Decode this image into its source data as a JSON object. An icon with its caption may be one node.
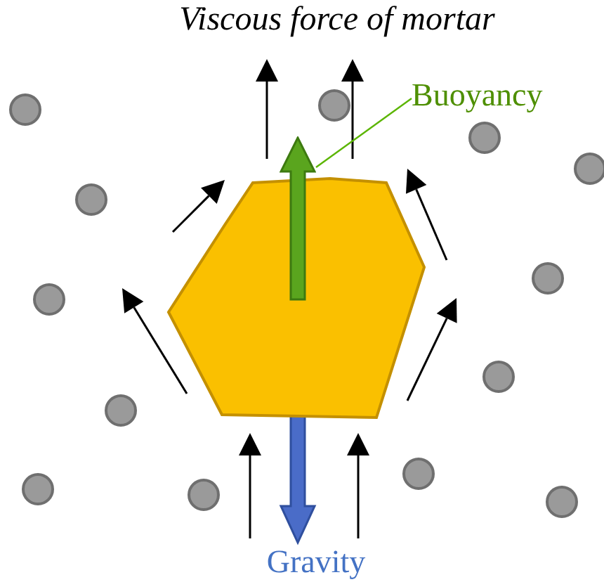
{
  "diagram": {
    "nodes": [
      {
        "text": [],
        "shape": "hexagon"
      },
      {
        "text": [
          "Buoyancy"
        ]
      },
      {
        "text": [],
        "shape": "bar"
      }
    ],
    "edges": [
      {
        "from": 1,
        "to": 2,
        "arrow": "none"
      }
    ],
    "labels": [
      "Viscous force of mortar",
      "Gravity"
    ]
  }
}
